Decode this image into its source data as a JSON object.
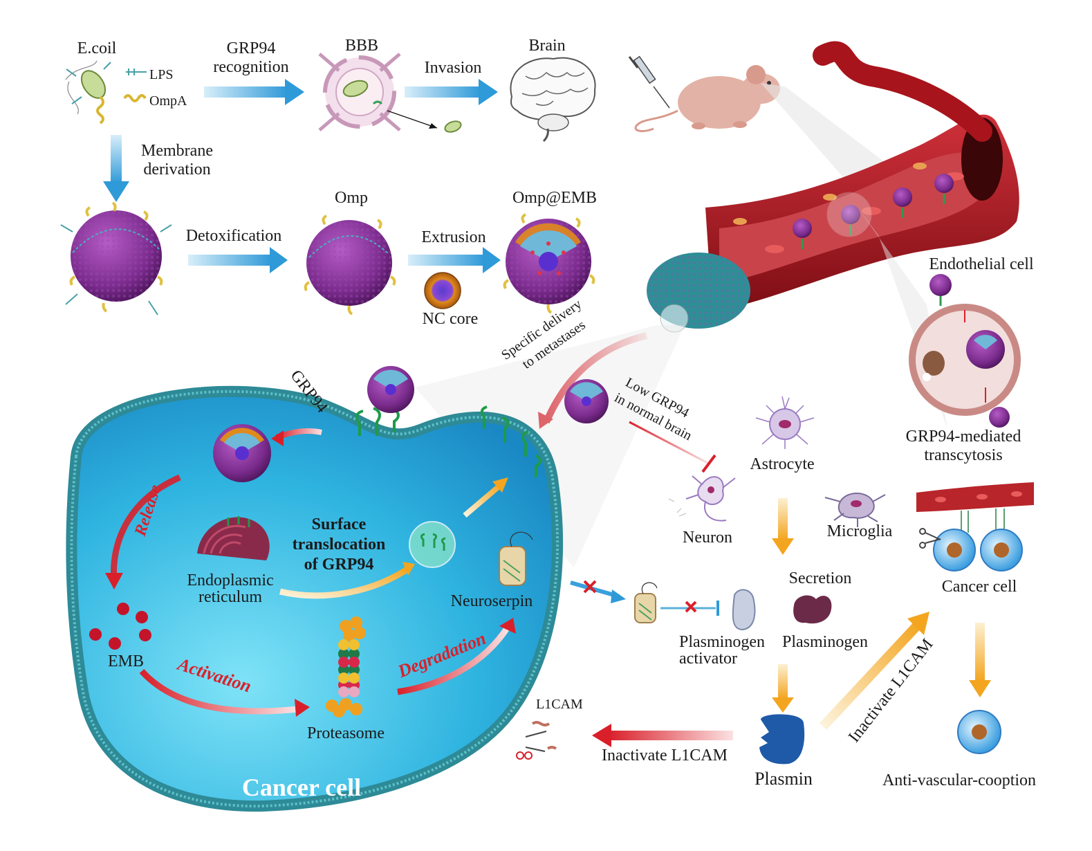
{
  "colors": {
    "arrow_blue": "#3aa0dc",
    "arrow_red": "#d9202a",
    "arrow_orange": "#f3a51f",
    "particle_purple": "#7a2b8c",
    "cell_cyan": "#3fbde0",
    "vessel_red": "#a8141c"
  },
  "top": {
    "ecoli": "E.coil",
    "lps": "LPS",
    "ompa": "OmpA",
    "grp94_recognition": [
      "GRP94",
      "recognition"
    ],
    "bbb": "BBB",
    "invasion": "Invasion",
    "brain": "Brain",
    "membrane_derivation": [
      "Membrane",
      "derivation"
    ]
  },
  "prep": {
    "detoxification": "Detoxification",
    "omp": "Omp",
    "extrusion": "Extrusion",
    "omp_emb": "Omp@EMB",
    "nc_core": "NC core"
  },
  "vessel": {
    "endothelial_cell": "Endothelial cell",
    "transcytosis": [
      "GRP94-mediated",
      "transcytosis"
    ],
    "specific_delivery": [
      "Specific delivery",
      "to metastases"
    ],
    "low_grp94": [
      "Low GRP94",
      "in normal brain"
    ]
  },
  "cell": {
    "grp94": "GRP94",
    "release": "Release",
    "er": [
      "Endoplasmic",
      "reticulum"
    ],
    "surface_translocation": [
      "Surface",
      "translocation",
      "of GRP94"
    ],
    "neuroserpin": "Neuroserpin",
    "emb": "EMB",
    "activation": "Activation",
    "degradation": "Degradation",
    "proteasome": "Proteasome",
    "cancer_cell": "Cancer cell"
  },
  "brain_env": {
    "astrocyte": "Astrocyte",
    "neuron": "Neuron",
    "microglia": "Microglia",
    "secretion": "Secretion",
    "plasminogen_activator": [
      "Plasminogen",
      "activator"
    ],
    "plasminogen": "Plasminogen",
    "plasmin": "Plasmin",
    "l1cam": "L1CAM",
    "inactivate_l1cam": "Inactivate L1CAM",
    "inactivate_l1cam_diag": "Inactivate L1CAM",
    "cancer_cell_right": "Cancer cell",
    "anti_vascular": "Anti-vascular-cooption"
  }
}
